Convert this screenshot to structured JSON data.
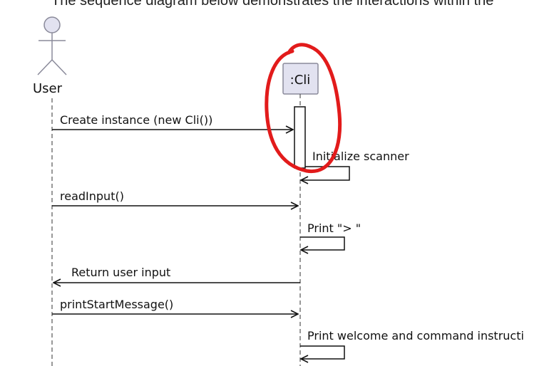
{
  "intro": "The sequence diagram below demonstrates the interactions within the",
  "actor": {
    "label": "User"
  },
  "participant": {
    "label": ":Cli"
  },
  "messages": {
    "m1": "Create instance (new Cli())",
    "m2": "Initialize scanner",
    "m3": "readInput()",
    "m4": "Print \"> \"",
    "m5": "Return user input",
    "m6": "printStartMessage()",
    "m7": "Print welcome and command instructi"
  },
  "colors": {
    "line": "#111111",
    "participant_fill": "#e2e2f0",
    "participant_border": "#8a8a9a",
    "actor_fill": "#e2e2f0",
    "highlight": "#e21b1b"
  }
}
